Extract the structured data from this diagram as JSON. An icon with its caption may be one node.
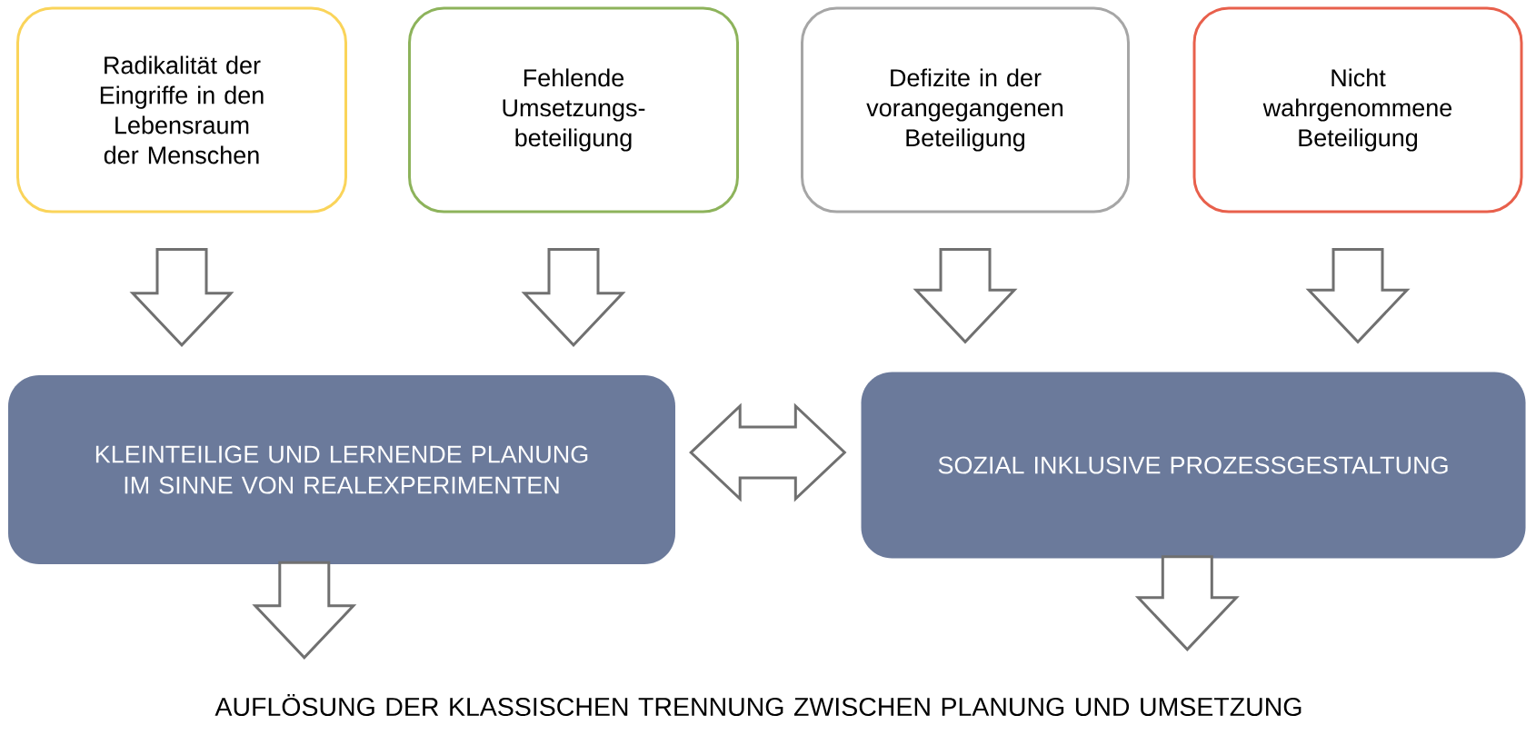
{
  "diagram": {
    "nodes": [
      {
        "text": [
          "Radikalität der Eingriffe in den Lebensraum der Menschen"
        ]
      },
      {
        "text": [
          "Fehlende Umsetzungs-beteiligung"
        ]
      },
      {
        "text": [
          "Defizite in der vorangegangenen Beteiligung"
        ]
      },
      {
        "text": [
          "Nicht wahrgenommene Beteiligung"
        ]
      },
      {
        "text": [
          "KLEINTEILIGE UND LERNENDE PLANUNG IM SINNE VON REALEXPERIMENTEN"
        ]
      },
      {
        "text": [
          "SOZIAL INKLUSIVE PROZESSGESTALTUNG"
        ]
      },
      {
        "text": [
          "AUFLÖSUNG DER KLASSISCHEN TRENNUNG ZWISCHEN PLANUNG UND UMSETZUNG"
        ]
      }
    ],
    "edges": [
      {
        "from": 0,
        "to": 4,
        "arrow": "to"
      },
      {
        "from": 1,
        "to": 4,
        "arrow": "to"
      },
      {
        "from": 2,
        "to": 5,
        "arrow": "to"
      },
      {
        "from": 3,
        "to": 5,
        "arrow": "to"
      },
      {
        "from": 4,
        "to": 5,
        "arrow": "both"
      },
      {
        "from": 4,
        "to": 6,
        "arrow": "to"
      },
      {
        "from": 5,
        "to": 6,
        "arrow": "to"
      }
    ]
  }
}
